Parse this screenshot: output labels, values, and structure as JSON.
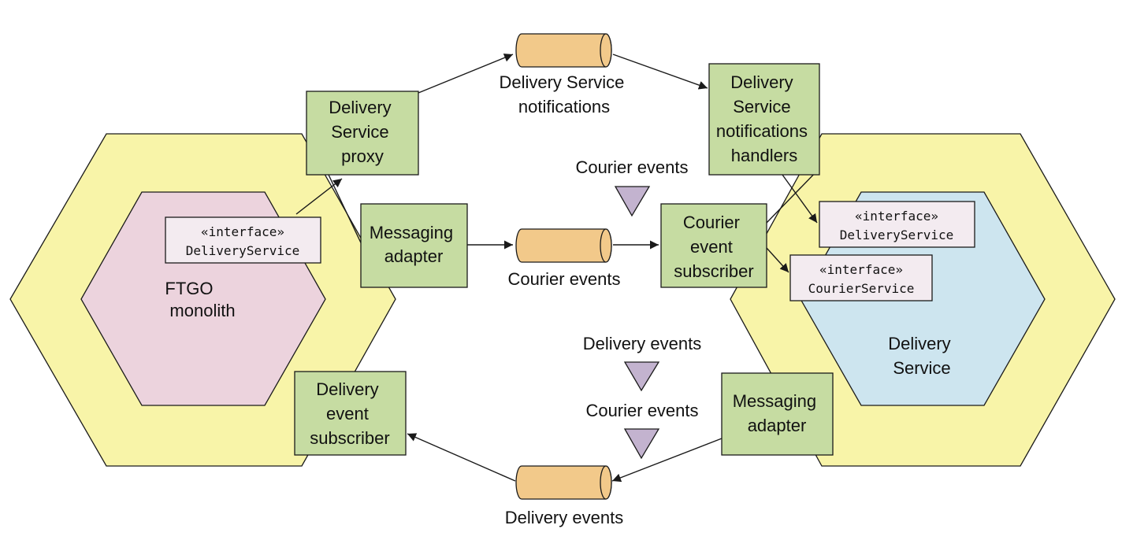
{
  "colors": {
    "hexagon_outer": "#f8f4a8",
    "monolith": "#ecd3dd",
    "service": "#cde5ef",
    "adapter": "#c6dca2",
    "interface": "#f3ebf0",
    "channel": "#f2c98a",
    "event_marker": "#c3b3cf"
  },
  "monolith": {
    "name": [
      "FTGO",
      "monolith"
    ]
  },
  "service": {
    "name": [
      "Delivery",
      "Service"
    ]
  },
  "adapters": {
    "delivery_service_proxy": [
      "Delivery",
      "Service",
      "proxy"
    ],
    "messaging_adapter_left": [
      "Messaging",
      "adapter"
    ],
    "delivery_event_subscriber": [
      "Delivery",
      "event",
      "subscriber"
    ],
    "notifications_handlers": [
      "Delivery",
      "Service",
      "notifications",
      "handlers"
    ],
    "courier_event_subscriber": [
      "Courier",
      "event",
      "subscriber"
    ],
    "messaging_adapter_right": [
      "Messaging",
      "adapter"
    ]
  },
  "interfaces": {
    "monolith_delivery": {
      "stereotype": "«interface»",
      "name": "DeliveryService"
    },
    "service_delivery": {
      "stereotype": "«interface»",
      "name": "DeliveryService"
    },
    "service_courier": {
      "stereotype": "«interface»",
      "name": "CourierService"
    }
  },
  "channels": {
    "notifications": [
      "Delivery Service",
      "notifications"
    ],
    "courier": [
      "Courier events"
    ],
    "delivery": [
      "Delivery events"
    ]
  },
  "event_markers": {
    "upper": "Courier events",
    "lower_first": "Delivery events",
    "lower_second": "Courier events"
  }
}
